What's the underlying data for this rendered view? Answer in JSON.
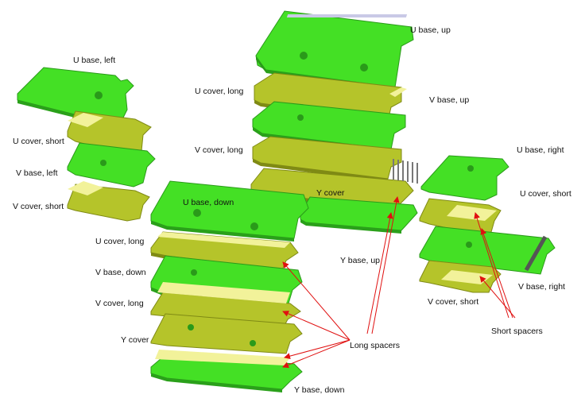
{
  "labels": {
    "u_base_up": "U base, up",
    "u_cover_long_top": "U cover, long",
    "v_base_up": "V base, up",
    "v_cover_long_top": "V cover, long",
    "y_cover_top": "Y cover",
    "y_base_up": "Y base, up",
    "u_base_left": "U base, left",
    "u_cover_short_left": "U cover, short",
    "v_base_left": "V base, left",
    "v_cover_short_left": "V cover, short",
    "u_base_down": "U base, down",
    "u_cover_long_left": "U cover, long",
    "v_base_down": "V base, down",
    "v_cover_long_left": "V cover, long",
    "y_cover_left": "Y cover",
    "y_base_down": "Y base, down",
    "u_base_right": "U base, right",
    "u_cover_short_right": "U cover, short",
    "v_base_right": "V base, right",
    "v_cover_short_right": "V cover, short",
    "long_spacers": "Long spacers",
    "short_spacers": "Short spacers"
  },
  "colors": {
    "base": "#44e025",
    "base_edge": "#2a9a1a",
    "cover": "#b5c42a",
    "cover_edge": "#7f8a14",
    "spacer": "#f2f29a",
    "spacer_edge": "#c8c860",
    "arrow": "#e01010"
  }
}
